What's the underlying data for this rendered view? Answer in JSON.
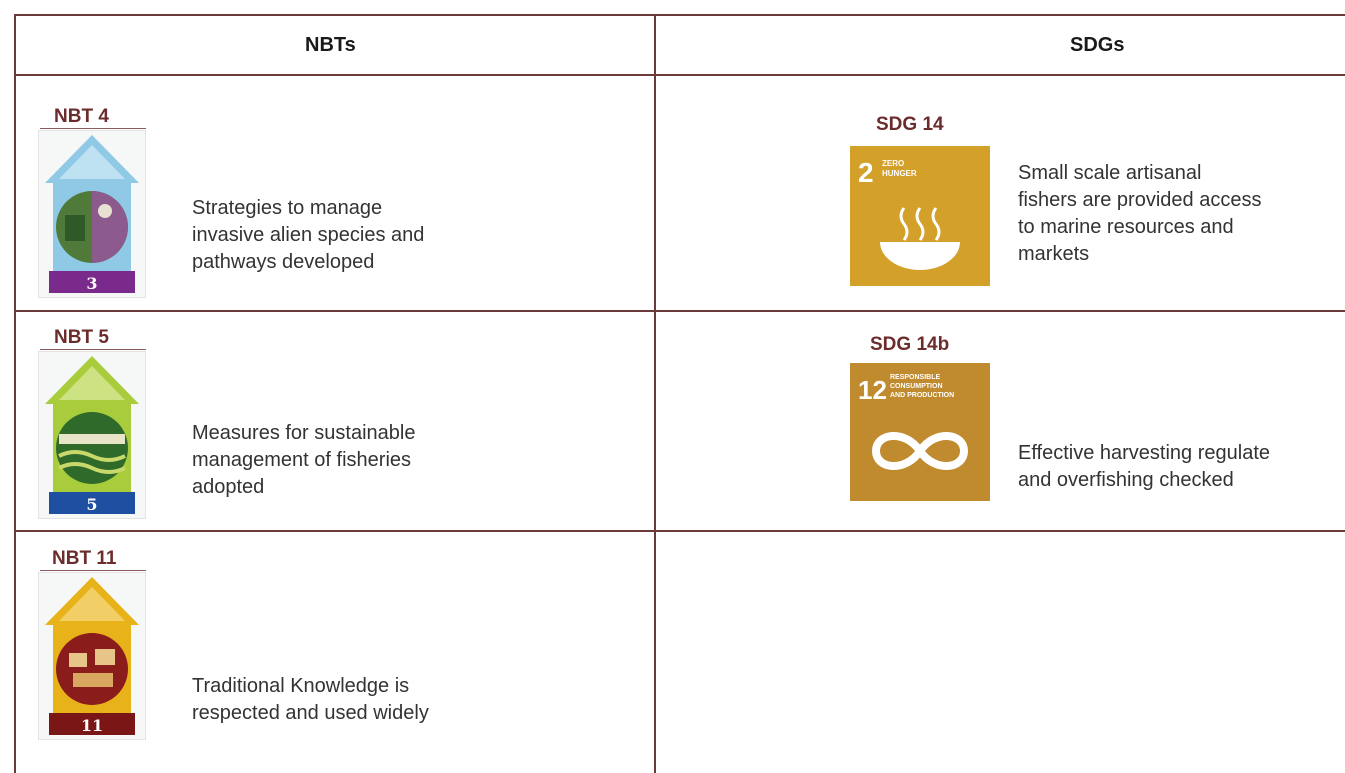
{
  "headers": {
    "left": "NBTs",
    "right": "SDGs"
  },
  "rows": [
    {
      "nbt_label": "NBT 4",
      "nbt_number": "3",
      "nbt_desc": [
        "Strategies to manage",
        "invasive alien species and",
        "pathways developed"
      ],
      "sdg_label": "SDG 14",
      "sdg_number": "2",
      "sdg_title": [
        "ZERO",
        "HUNGER"
      ],
      "sdg_desc": [
        "Small scale artisanal",
        "fishers are provided access",
        "to marine resources and",
        "markets"
      ]
    },
    {
      "nbt_label": "NBT 5",
      "nbt_number": "5",
      "nbt_desc": [
        "Measures for sustainable",
        "management of fisheries",
        "adopted"
      ],
      "sdg_label": "SDG 14b",
      "sdg_number": "12",
      "sdg_title": [
        "RESPONSIBLE",
        "CONSUMPTION",
        "AND PRODUCTION"
      ],
      "sdg_desc": [
        "Effective harvesting regulate",
        "and overfishing checked"
      ]
    },
    {
      "nbt_label": "NBT 11",
      "nbt_number": "11",
      "nbt_desc": [
        "Traditional Knowledge is",
        "respected and used widely"
      ]
    }
  ],
  "colors": {
    "border": "#6b3a3a",
    "label": "#6b2c2c",
    "nbt4_roof": "#8fc9e6",
    "nbt4_base": "#7a2a8a",
    "nbt5_roof": "#a8cc3c",
    "nbt5_base": "#1f4fa0",
    "nbt11_roof": "#e7b21a",
    "nbt11_base": "#7a1616",
    "sdg2": "#d3a029",
    "sdg12": "#bf8b2e"
  }
}
